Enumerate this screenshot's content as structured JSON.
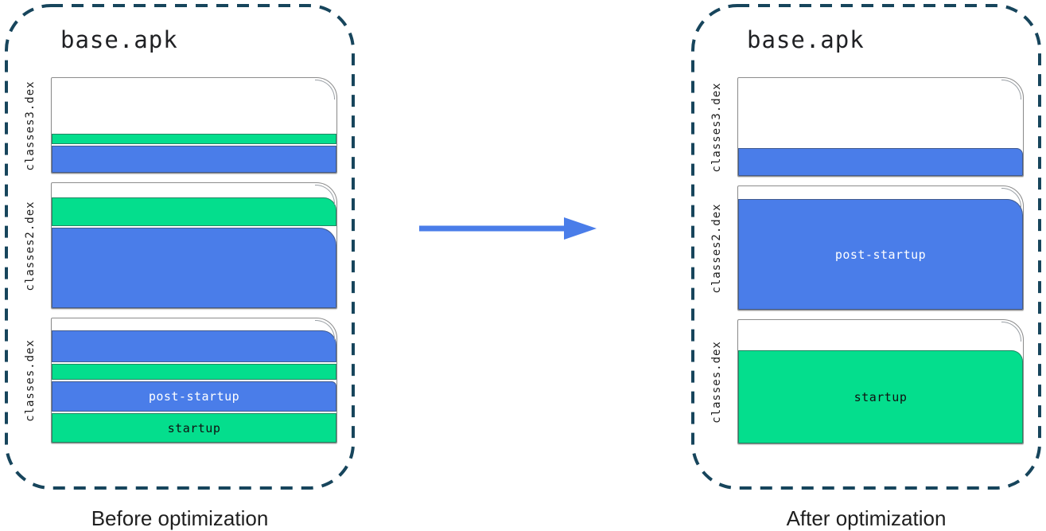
{
  "diagram": {
    "colors": {
      "container_border": "#17455C",
      "sheet_border": "#8C8C8C",
      "arrow": "#4A7DE9",
      "segment": {
        "startup": "#04DE8D",
        "post-startup": "#4A7DE9"
      },
      "segment_text": {
        "startup": "#111111",
        "post-startup": "#FFFFFF"
      }
    },
    "arrow": {
      "direction": "right"
    },
    "panels": [
      {
        "title": "base.apk",
        "caption": "Before optimization",
        "files": [
          {
            "name": "classes3.dex",
            "height": 121,
            "segments": [
              {
                "kind": "free",
                "grow": true
              },
              {
                "kind": "startup",
                "height": 13
              },
              {
                "kind": "post-startup",
                "height": 34
              }
            ]
          },
          {
            "name": "classes2.dex",
            "height": 159,
            "segments": [
              {
                "kind": "free",
                "grow": true
              },
              {
                "kind": "startup",
                "height": 36,
                "round": 16
              },
              {
                "kind": "post-startup",
                "height": 101,
                "round": 22
              }
            ]
          },
          {
            "name": "classes.dex",
            "height": 158,
            "segments": [
              {
                "kind": "free",
                "grow": true
              },
              {
                "kind": "post-startup",
                "height": 40,
                "round": 18
              },
              {
                "kind": "startup",
                "height": 20
              },
              {
                "kind": "post-startup",
                "height": 38,
                "label": "post-startup",
                "round": 6
              },
              {
                "kind": "startup",
                "height": 37,
                "label": "startup"
              }
            ]
          }
        ]
      },
      {
        "title": "base.apk",
        "caption": "After optimization",
        "files": [
          {
            "name": "classes3.dex",
            "height": 125,
            "segments": [
              {
                "kind": "free",
                "grow": true
              },
              {
                "kind": "post-startup",
                "height": 35,
                "round": 8
              }
            ]
          },
          {
            "name": "classes2.dex",
            "height": 157,
            "segments": [
              {
                "kind": "free",
                "grow": true
              },
              {
                "kind": "post-startup",
                "height": 139,
                "label": "post-startup",
                "round": 20
              }
            ]
          },
          {
            "name": "classes.dex",
            "height": 157,
            "segments": [
              {
                "kind": "free",
                "grow": true
              },
              {
                "kind": "startup",
                "height": 117,
                "label": "startup",
                "round": 14
              }
            ]
          }
        ]
      }
    ]
  }
}
